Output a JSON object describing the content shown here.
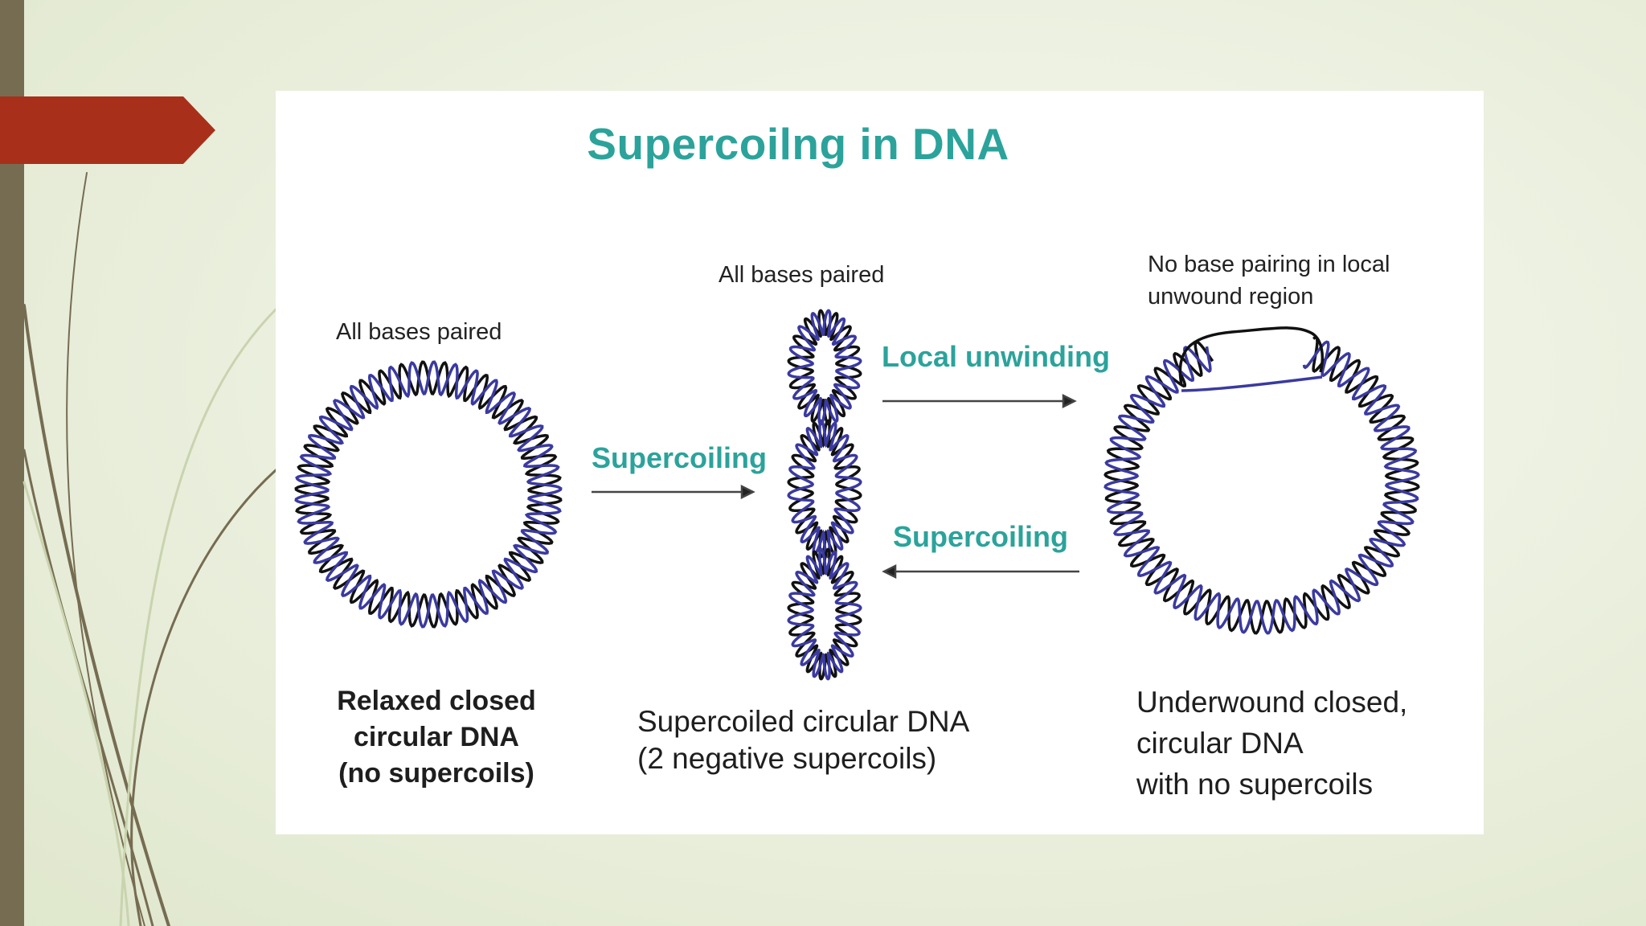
{
  "slide": {
    "accent_color": "#a8301a",
    "bar_color": "#766c52"
  },
  "figure": {
    "title": "Supercoilng in DNA",
    "title_color": "#2ba39b",
    "strand_colors": [
      "#111111",
      "#3a3aa0"
    ],
    "labels": {
      "left_top": "All bases paired",
      "middle_top": "All bases paired",
      "right_top_line1": "No base pairing in local",
      "right_top_line2": "unwound region"
    },
    "arrows": {
      "supercoiling_1": "Supercoiling",
      "local_unwinding": "Local unwinding",
      "supercoiling_2": "Supercoiling"
    },
    "captions": {
      "left": [
        "Relaxed closed",
        "circular DNA",
        "(no supercoils)"
      ],
      "middle": [
        "Supercoiled circular DNA",
        "(2 negative supercoils)"
      ],
      "right": [
        "Underwound closed,",
        "circular DNA",
        "with no supercoils"
      ]
    }
  }
}
